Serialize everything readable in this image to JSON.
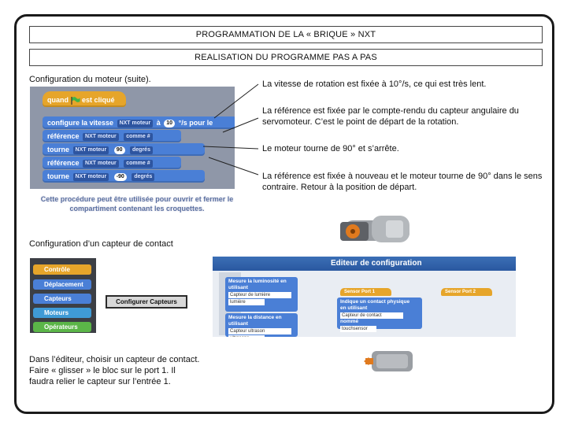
{
  "title": "PROGRAMMATION DE LA « BRIQUE » NXT",
  "subtitle": "REALISATION DU PROGRAMME PAS A PAS",
  "motor_section": {
    "heading": "Configuration du moteur (suite).",
    "explanations": [
      "La vitesse de rotation est fixée à 10°/s, ce qui est très lent.",
      "La référence est fixée par le compte-rendu du capteur angulaire du servomoteur. C’est le point de départ de la rotation.",
      "Le moteur tourne de 90° et s’arrête.",
      "La référence est fixée à nouveau et le moteur tourne de 90° dans le sens contraire. Retour à la position de départ."
    ],
    "program": {
      "hat": "quand",
      "hat_suffix": "est cliqué",
      "b1_text": "configure la vitesse",
      "b1_chip": "NXT moteur",
      "b1_at": "à",
      "b1_value": "10",
      "b1_tail": "°/s pour le",
      "b2_text": "référence",
      "b2_chip": "NXT moteur",
      "b2_tail": "comme #",
      "b3_text": "tourne",
      "b3_chip": "NXT moteur",
      "b3_value": "90",
      "b3_tail": "degrés",
      "b4_text": "référence",
      "b4_chip": "NXT moteur",
      "b4_tail": "comme #",
      "b5_text": "tourne",
      "b5_chip": "NXT moteur",
      "b5_value": "-90",
      "b5_tail": "degrés"
    },
    "caption": "Cette procédure peut être utilisée pour ouvrir et fermer le compartiment contenant les croquettes."
  },
  "contact_section": {
    "heading": "Configuration d’un capteur de contact",
    "categories": [
      {
        "label": "Contrôle",
        "color": "#e6a52a"
      },
      {
        "label": "Déplacement",
        "color": "#4a7fd6"
      },
      {
        "label": "Capteurs",
        "color": "#4a7fd6"
      },
      {
        "label": "Moteurs",
        "color": "#3f9bd6"
      },
      {
        "label": "Opérateurs",
        "color": "#5bb548"
      }
    ],
    "config_button": "Configurer Capteurs",
    "editor": {
      "title": "Editeur de configuration",
      "sensor1": "Sensor Port 1",
      "sensor2": "Sensor Port 2",
      "block1_line1": "Mesure la luminosité en",
      "block1_line2": "utilisant",
      "block1_field": "Capteur de lumière",
      "block1_field2": "lumière",
      "block2_line1": "Mesure la distance en",
      "block2_line2": "utilisant",
      "block2_field": "Capteur ultrason",
      "block2_field2": "ultrasons",
      "block3_line1": "Indique un contact physique",
      "block3_line2": "en utilisant",
      "block3_field": "Capteur de contact",
      "block3_tail": "nommé",
      "block3_field2": "touchsensor"
    },
    "instructions": "Dans l’éditeur, choisir un capteur de contact. Faire « glisser » le bloc sur le port 1. Il faudra relier le capteur sur l’entrée 1."
  }
}
